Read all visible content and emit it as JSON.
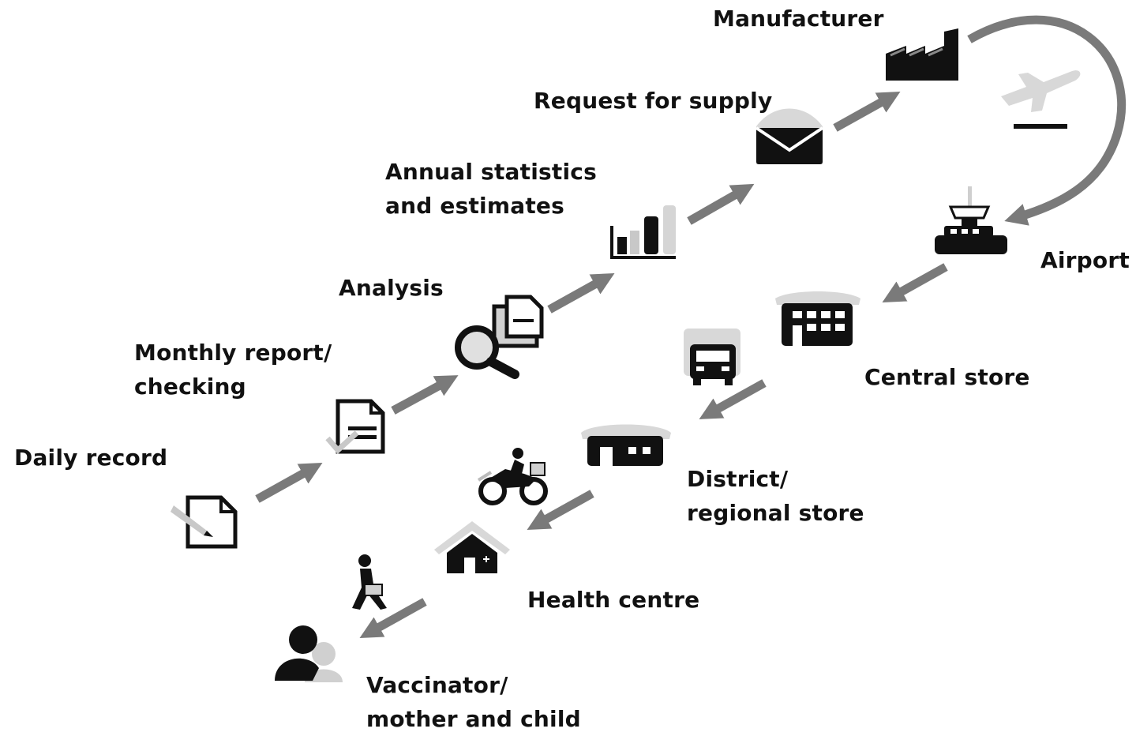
{
  "labels": {
    "manufacturer": "Manufacturer",
    "request_for_supply": "Request for supply",
    "annual_line1": "Annual statistics",
    "annual_line2": "and estimates",
    "analysis": "Analysis",
    "monthly_line1": "Monthly report/",
    "monthly_line2": "checking",
    "daily_record": "Daily record",
    "airport": "Airport",
    "central_store": "Central store",
    "district_line1": "District/",
    "district_line2": "regional store",
    "health_centre": "Health centre",
    "vaccinator_line1": "Vaccinator/",
    "vaccinator_line2": "mother and child"
  },
  "colors": {
    "icon": "#111111",
    "arrow": "#7a7a7a",
    "light": "#cfcfcf",
    "text": "#111111"
  },
  "icons": [
    "daily-record-icon",
    "monthly-report-icon",
    "analysis-icon",
    "statistics-icon",
    "request-envelope-icon",
    "factory-icon",
    "airplane-icon",
    "airport-tower-icon",
    "central-store-icon",
    "truck-icon",
    "district-store-icon",
    "motorbike-icon",
    "health-centre-icon",
    "walking-person-icon",
    "mother-child-icon"
  ]
}
